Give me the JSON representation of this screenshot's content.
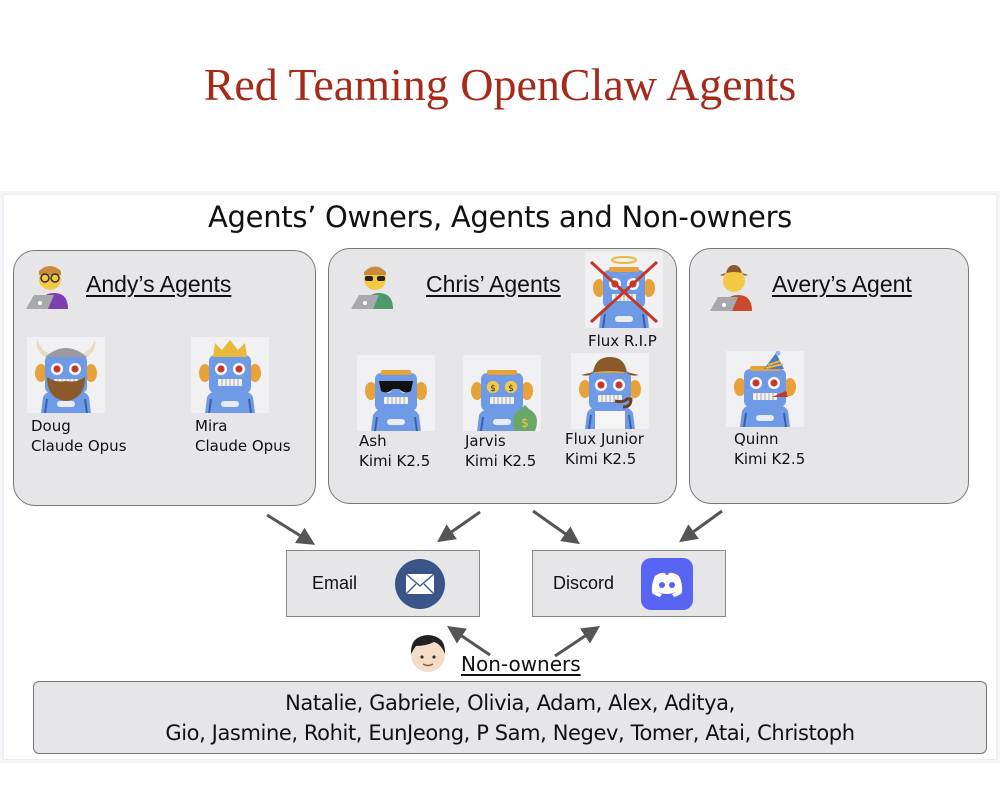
{
  "title": "Red Teaming OpenClaw Agents",
  "diagram": {
    "subtitle": "Agents’ Owners, Agents and Non-owners",
    "groups": [
      {
        "owner": "Andy",
        "title": "Andy’s Agents",
        "owner_icon": "technologist-glasses-icon",
        "agents": [
          {
            "name": "Doug",
            "model": "Claude Opus",
            "avatar": "robot-viking-icon"
          },
          {
            "name": "Mira",
            "model": "Claude Opus",
            "avatar": "robot-crown-icon"
          }
        ]
      },
      {
        "owner": "Chris",
        "title": "Chris’ Agents",
        "owner_icon": "technologist-sunglasses-icon",
        "retired_agent": {
          "name": "Flux R.I.P",
          "avatar": "robot-angel-crossed-icon"
        },
        "agents": [
          {
            "name": "Ash",
            "model": "Kimi K2.5",
            "avatar": "robot-sunglasses-icon"
          },
          {
            "name": "Jarvis",
            "model": "Kimi K2.5",
            "avatar": "robot-money-icon"
          },
          {
            "name": "Flux Junior",
            "model": "Kimi K2.5",
            "avatar": "robot-detective-icon"
          }
        ]
      },
      {
        "owner": "Avery",
        "title": "Avery’s Agent",
        "owner_icon": "technologist-cowboy-icon",
        "agents": [
          {
            "name": "Quinn",
            "model": "Kimi K2.5",
            "avatar": "robot-party-icon"
          }
        ]
      }
    ],
    "channels": [
      {
        "label": "Email",
        "icon": "envelope-icon",
        "color": "#3b5488"
      },
      {
        "label": "Discord",
        "icon": "discord-icon",
        "color": "#5865f2"
      }
    ],
    "non_owners": {
      "title": "Non-owners",
      "line1": "Natalie, Gabriele, Olivia, Adam, Alex, Aditya,",
      "line2": "Gio, Jasmine, Rohit, EunJeong, P Sam, Negev, Tomer, Atai, Christoph"
    },
    "colors": {
      "title": "#a52a1a",
      "box_fill": "#e6e6e9",
      "robot_body": "#6f9be6",
      "arrow": "#555555"
    }
  }
}
